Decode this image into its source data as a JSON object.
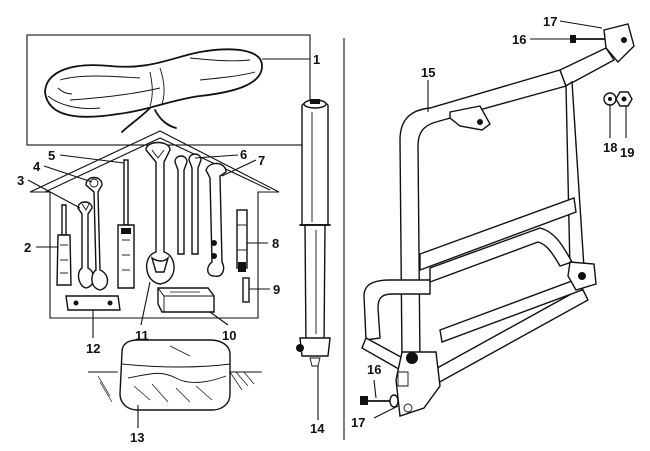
{
  "callouts": {
    "c1": "1",
    "c2": "2",
    "c3": "3",
    "c4": "4",
    "c5": "5",
    "c6": "6",
    "c7": "7",
    "c8": "8",
    "c9": "9",
    "c10": "10",
    "c11": "11",
    "c12": "12",
    "c13": "13",
    "c14": "14",
    "c15": "15",
    "c16a": "16",
    "c16b": "16",
    "c17a": "17",
    "c17b": "17",
    "c18": "18",
    "c19": "19"
  },
  "colors": {
    "ink": "#111111",
    "paper": "#ffffff"
  }
}
